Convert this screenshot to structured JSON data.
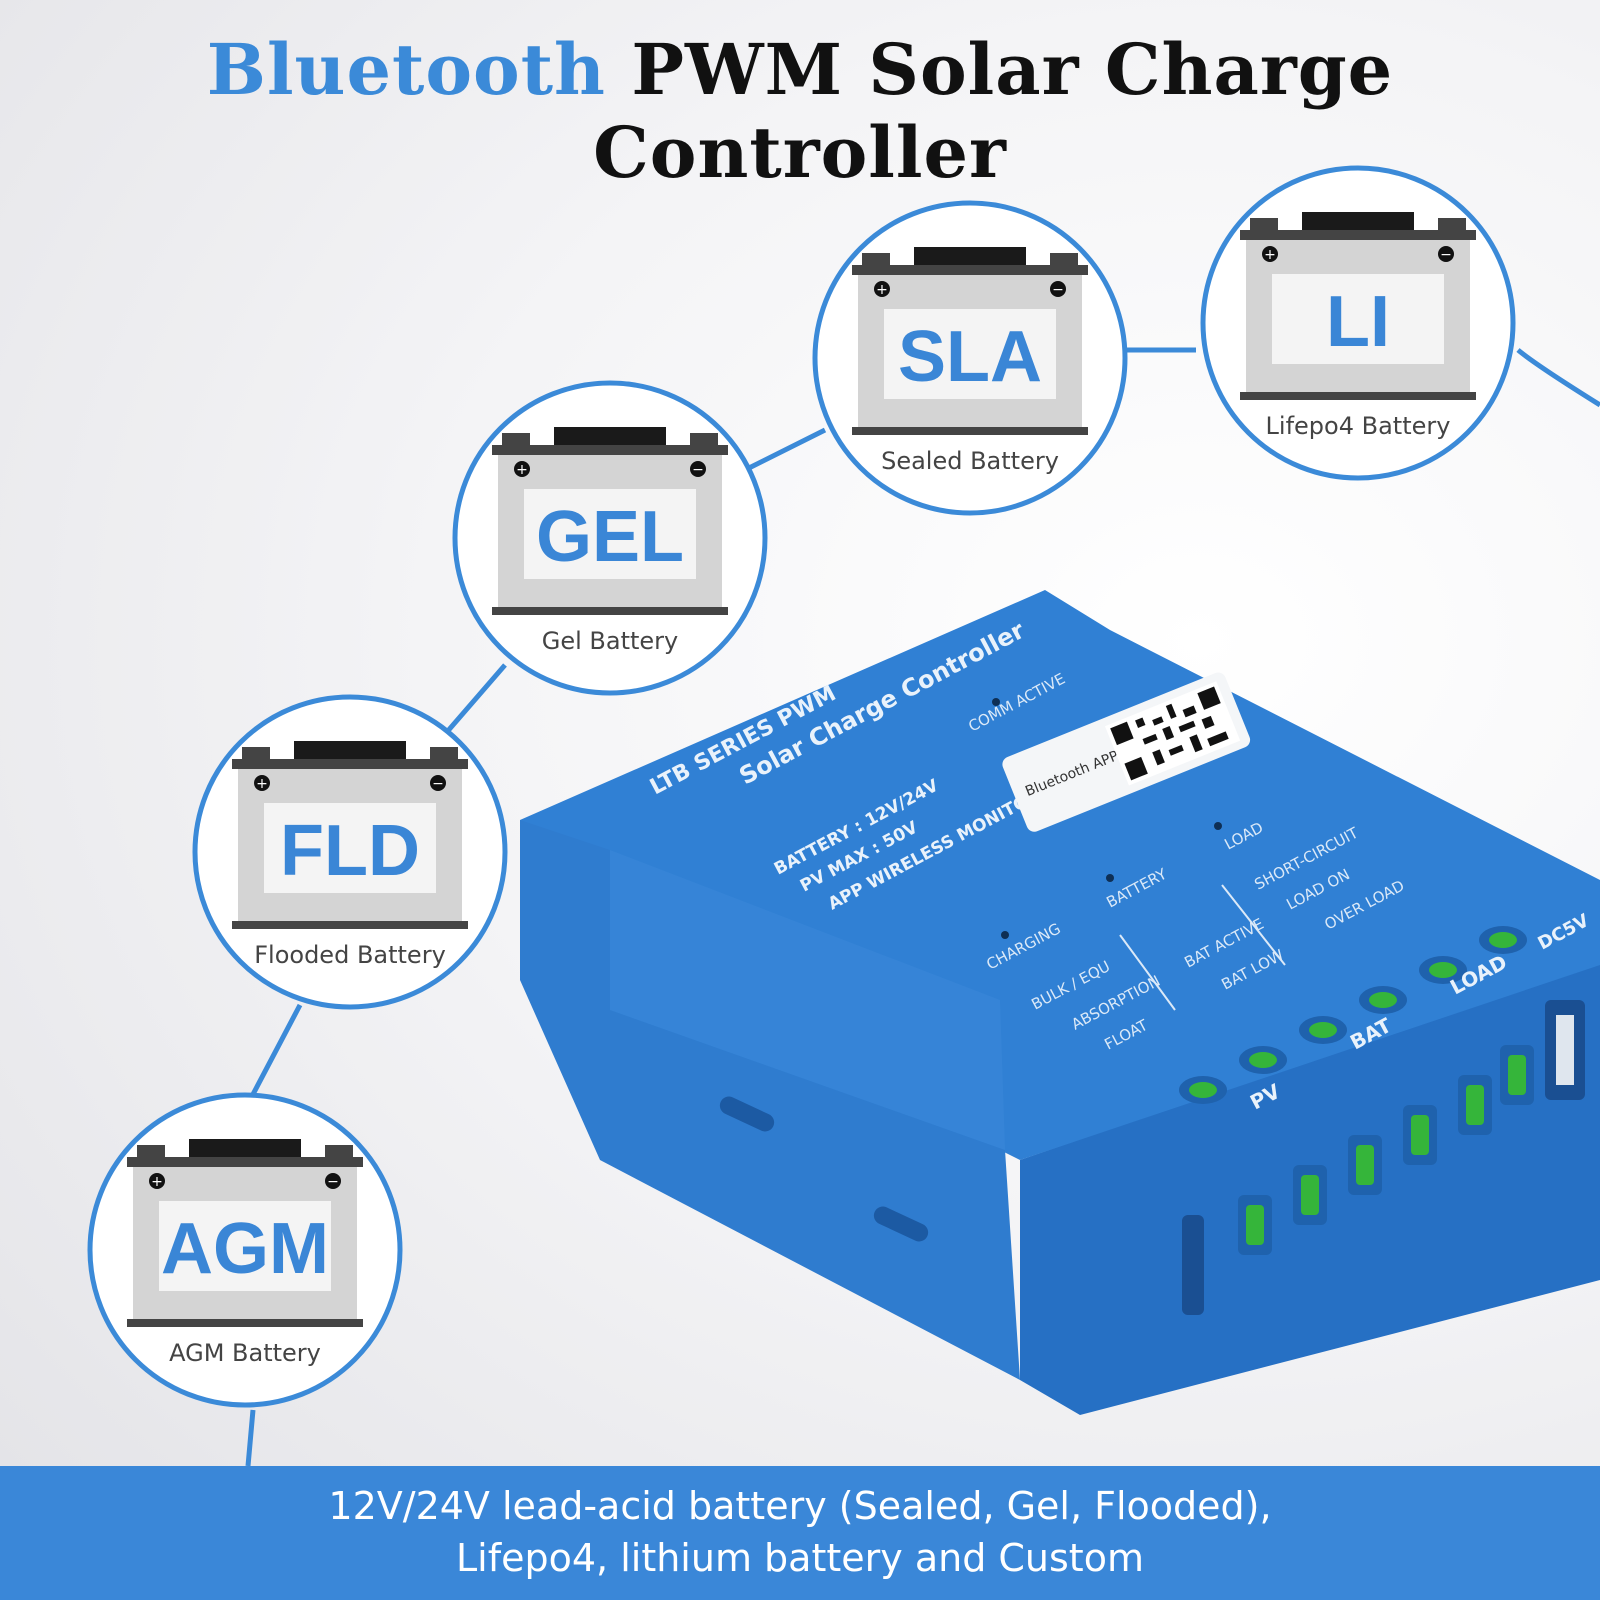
{
  "title": {
    "accent": "Bluetooth",
    "rest": "PWM Solar Charge Controller"
  },
  "batteries": [
    {
      "code": "SLA",
      "caption": "Sealed Battery"
    },
    {
      "code": "LI",
      "caption": "Lifepo4 Battery"
    },
    {
      "code": "GEL",
      "caption": "Gel Battery"
    },
    {
      "code": "FLD",
      "caption": "Flooded Battery"
    },
    {
      "code": "AGM",
      "caption": "AGM Battery"
    }
  ],
  "device": {
    "series": "LTB SERIES PWM",
    "name": "Solar Charge Controller",
    "comm": "COMM ACTIVE",
    "qr_label": "Bluetooth APP",
    "spec_battery": "BATTERY : 12V/24V",
    "spec_pv": "PV MAX : 50V",
    "spec_app": "APP WIRELESS MONITOR",
    "led_load": "LOAD",
    "led_battery": "BATTERY",
    "led_charging": "CHARGING",
    "status_short": "SHORT-CIRCUIT",
    "status_load_on": "LOAD ON",
    "status_over_load": "OVER LOAD",
    "status_bat_active": "BAT ACTIVE",
    "status_bat_low": "BAT LOW",
    "status_bulk": "BULK / EQU",
    "status_absorption": "ABSORPTION",
    "status_float": "FLOAT",
    "port_pv": "PV",
    "port_bat": "BAT",
    "port_load": "LOAD",
    "port_dc5v": "DC5V"
  },
  "footer": {
    "line1": "12V/24V lead-acid battery (Sealed, Gel, Flooded),",
    "line2": "Lifepo4, lithium battery and Custom"
  },
  "colors": {
    "accent": "#3b8ad8",
    "device_blue": "#2f7fd1",
    "terminal_green": "#35b53a"
  }
}
